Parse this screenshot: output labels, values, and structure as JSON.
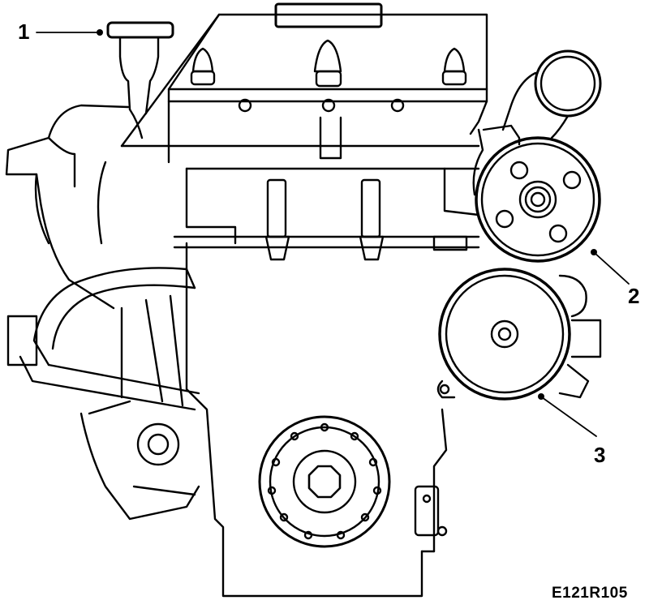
{
  "callouts": [
    {
      "id": "1",
      "text": "1"
    },
    {
      "id": "2",
      "text": "2"
    },
    {
      "id": "3",
      "text": "3"
    }
  ],
  "figure_code": "E121R105",
  "colors": {
    "ink": "#000000",
    "paper": "#ffffff"
  }
}
